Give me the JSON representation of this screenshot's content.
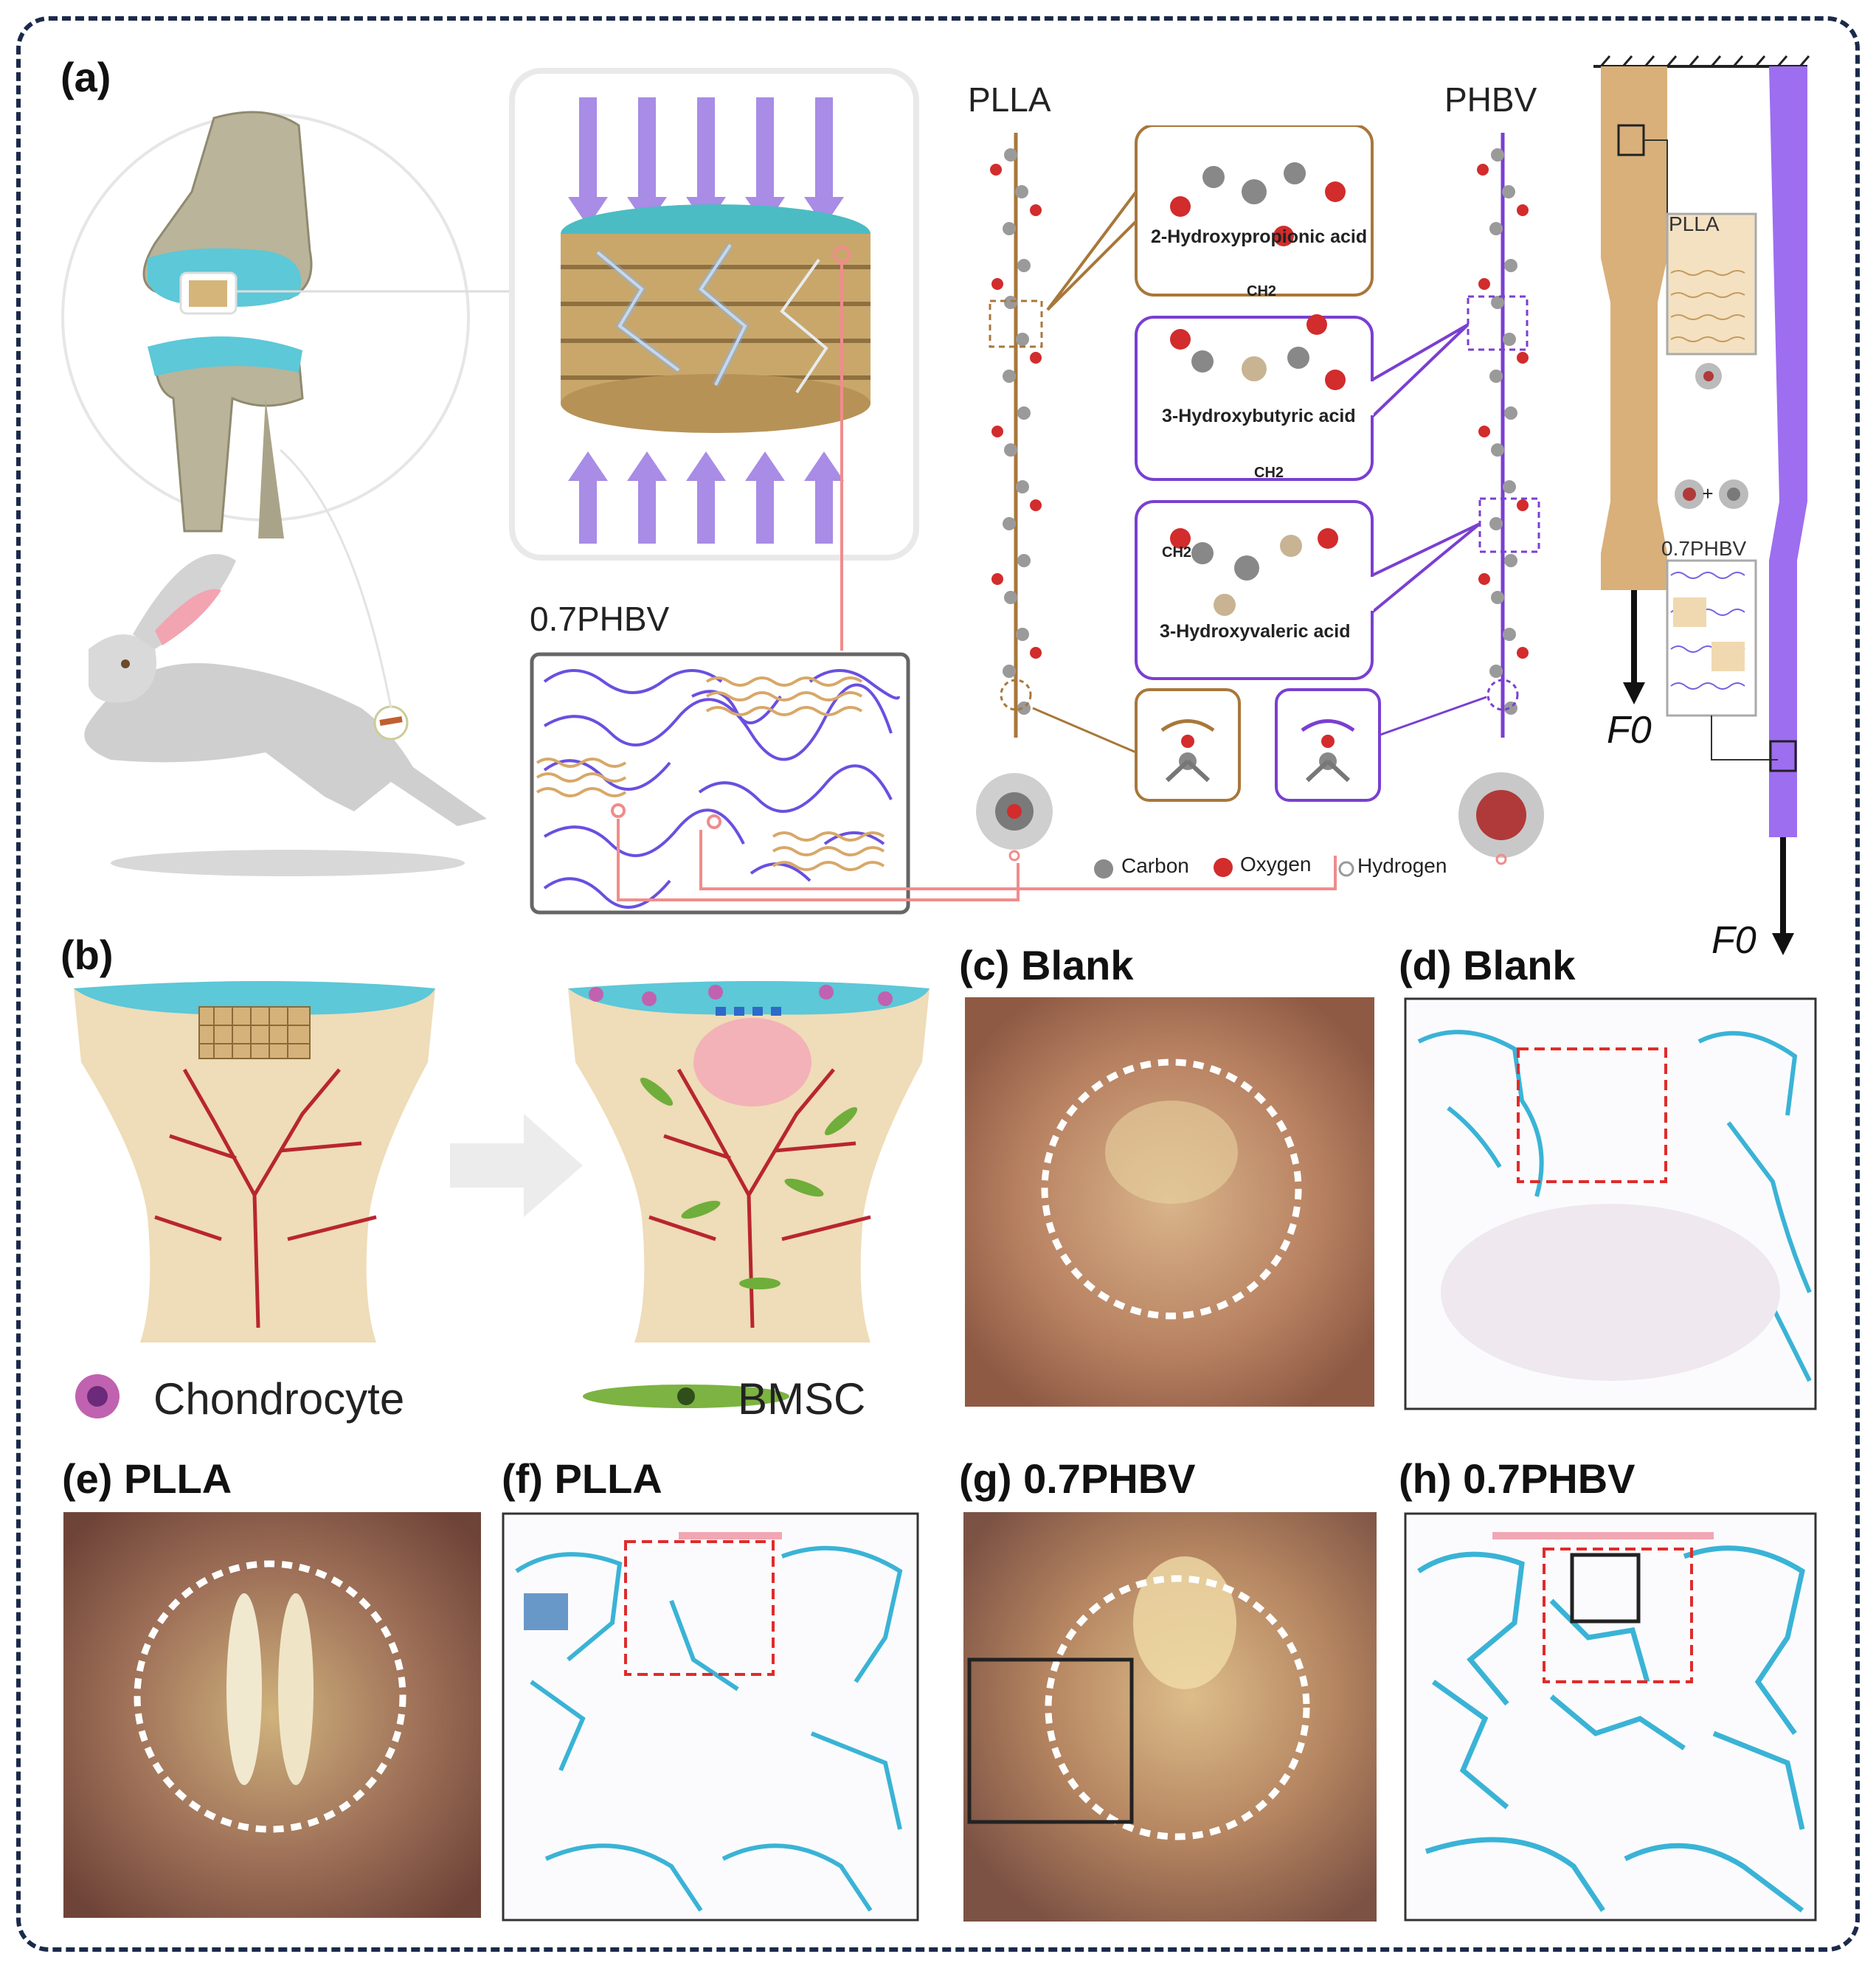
{
  "panels": {
    "a": "(a)",
    "b": "(b)",
    "c": "(c) Blank",
    "d": "(d) Blank",
    "e": "(e) PLLA",
    "f": "(f) PLLA",
    "g": "(g) 0.7PHBV",
    "h": "(h) 0.7PHBV"
  },
  "panel_a": {
    "plla_title": "PLLA",
    "phbv_title": "PHBV",
    "blend_label": "0.7PHBV",
    "molecules": {
      "m1": "2-Hydroxypropionic acid",
      "m2": "3-Hydroxybutyric acid",
      "m3": "3-Hydroxyvaleric acid",
      "ch2_a": "CH2",
      "ch2_b": "CH2",
      "ch2_c": "CH2"
    },
    "legend": {
      "carbon": "Carbon",
      "oxygen": "Oxygen",
      "hydrogen": "Hydrogen"
    },
    "tensile": {
      "plla_label": "PLLA",
      "blend_label": "0.7PHBV",
      "force_1": "F0",
      "force_2": "F0"
    }
  },
  "panel_b": {
    "chondrocyte": "Chondrocyte",
    "bmsc": "BMSC"
  },
  "colors": {
    "plla": "#a8773a",
    "phbv": "#7a3fd1",
    "cartilage": "#5cc8d8",
    "stain": "#3ab3d6",
    "frame": "#1b2a4a"
  }
}
